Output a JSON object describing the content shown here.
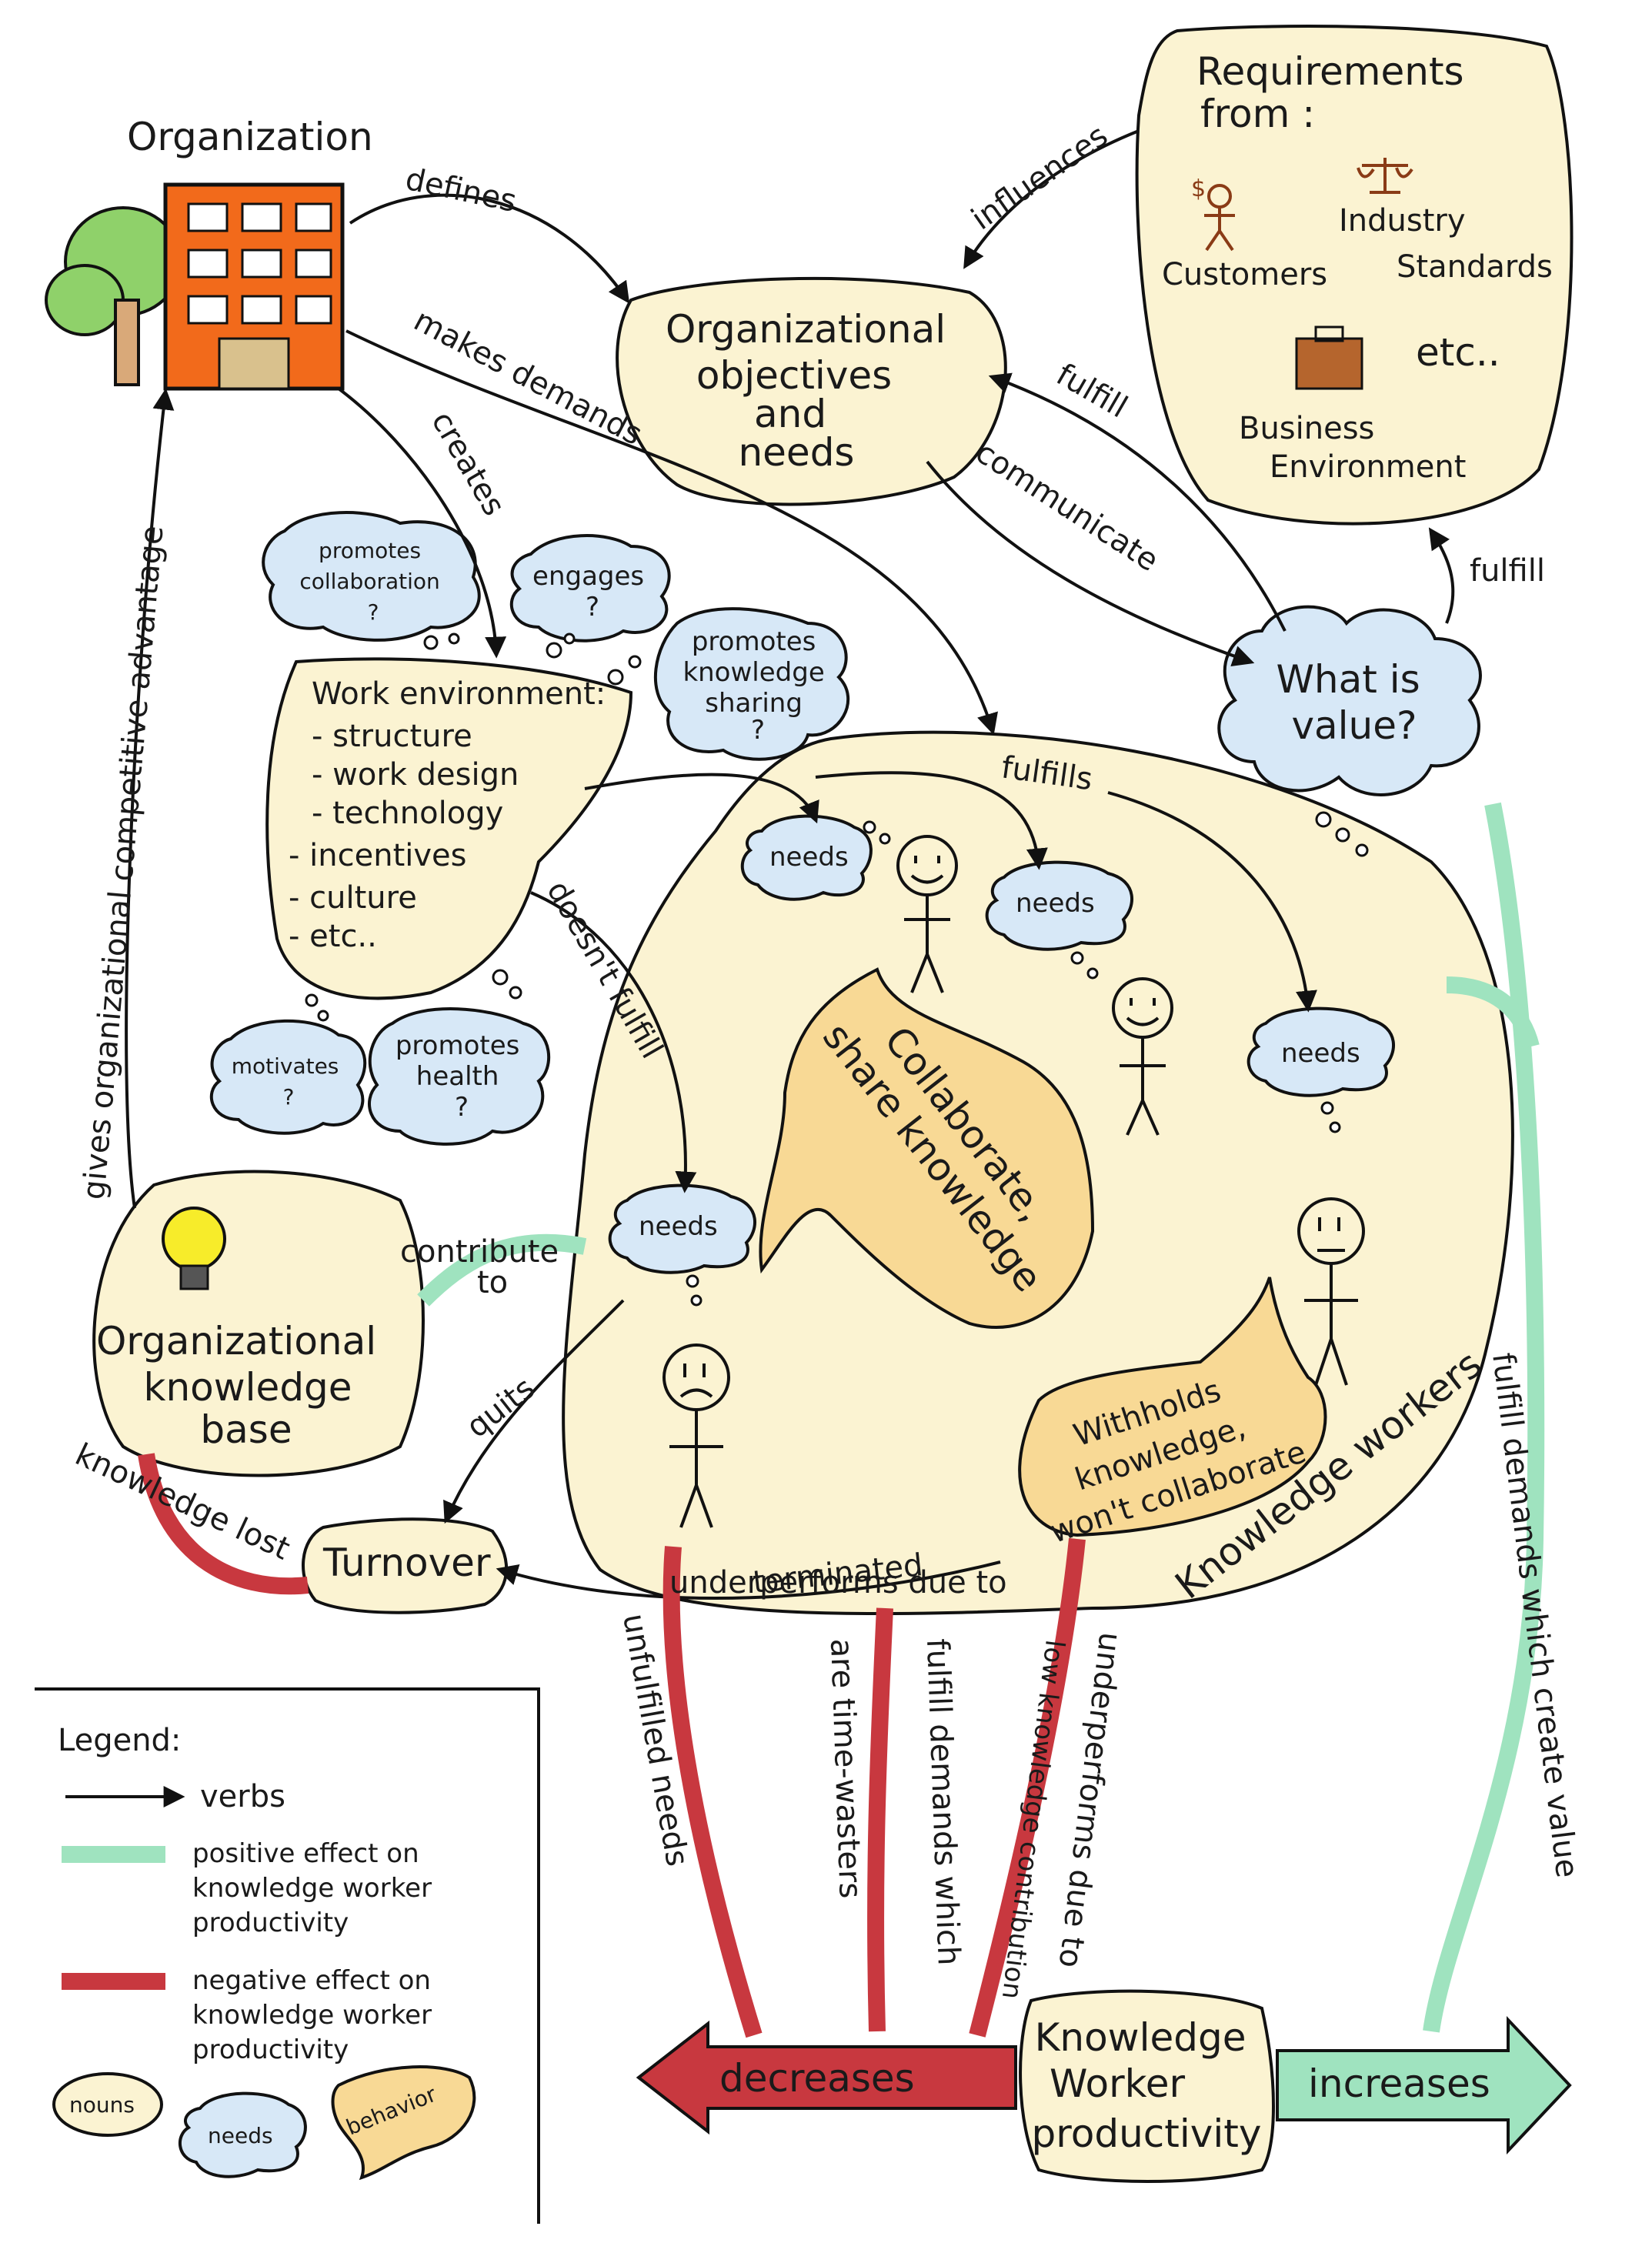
{
  "labels": {
    "organization": "Organization",
    "org_objectives": [
      "Organizational",
      "objectives",
      "and",
      "needs"
    ],
    "requirements": [
      "Requirements",
      "from :"
    ],
    "customers": "Customers",
    "industry_standards": [
      "Industry",
      "Standards"
    ],
    "etc": "etc..",
    "business_environment": [
      "Business",
      "Environment"
    ],
    "what_is_value": [
      "What is",
      "value?"
    ],
    "work_env": [
      "Work environment:",
      "- structure",
      "- work design",
      "- technology",
      "- incentives",
      "- culture",
      "- etc.."
    ],
    "promotes_collaboration": [
      "promotes",
      "collaboration",
      "?"
    ],
    "engages": [
      "engages",
      "?"
    ],
    "promotes_knowledge_sharing": [
      "promotes",
      "knowledge",
      "sharing",
      "?"
    ],
    "motivates": [
      "motivates",
      "?"
    ],
    "promotes_health": [
      "promotes",
      "health",
      "?"
    ],
    "needs": "needs",
    "collaborate": [
      "Collaborate,",
      "share knowledge"
    ],
    "withholds": [
      "Withholds",
      "knowledge,",
      "won't collaborate"
    ],
    "knowledge_workers": "Knowledge workers",
    "knowledge_base": [
      "Organizational",
      "knowledge",
      "base"
    ],
    "turnover": "Turnover",
    "decreases": "decreases",
    "increases": "increases",
    "kw_productivity": [
      "Knowledge",
      "Worker",
      "productivity"
    ]
  },
  "edges": {
    "defines": "defines",
    "influences": "influences",
    "makes_demands": "makes demands",
    "creates": "creates",
    "fulfill_obj": "fulfill",
    "communicate": "communicate",
    "fulfill_req": "fulfill",
    "fulfills": "fulfills",
    "doesnt_fulfill": "doesn't fulfill",
    "gives_advantage": "gives organizational competitive advantage",
    "contribute_to": [
      "contribute",
      "to"
    ],
    "quits": "quits",
    "terminated": "terminated",
    "knowledge_lost": "knowledge lost",
    "unfulfilled": [
      "underperforms due to",
      "unfulfilled needs"
    ],
    "time_wasters": [
      "fulfill demands which",
      "are time-wasters"
    ],
    "low_contribution": [
      "underperforms due to",
      "low knowledge contribution"
    ],
    "create_value": "fulfill demands which create value"
  },
  "legend": {
    "title": "Legend:",
    "verbs": "verbs",
    "positive": [
      "positive effect on",
      "knowledge worker",
      "productivity"
    ],
    "negative": [
      "negative effect on",
      "knowledge worker",
      "productivity"
    ],
    "nouns": "nouns",
    "needs": "needs",
    "behavior": "behavior"
  },
  "colors": {
    "noun_fill": "#fbf3d2",
    "cloud_fill": "#d7e8f7",
    "behavior_fill": "#f8d995",
    "positive": "#9fe3bf",
    "negative": "#c8383f",
    "building": "#f26a1b",
    "tree": "#8fd16a"
  }
}
